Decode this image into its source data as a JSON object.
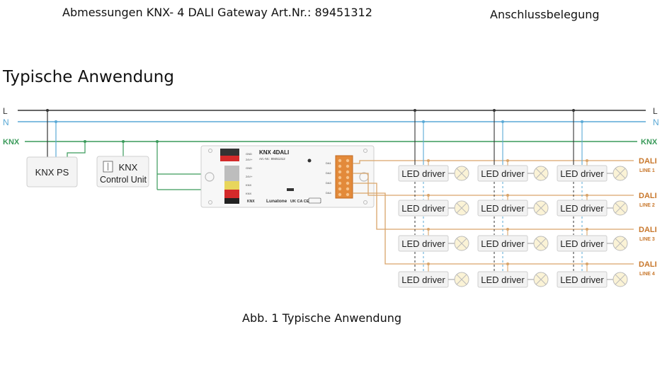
{
  "header": {
    "title": "Abmessungen KNX- 4 DALI Gateway Art.Nr.: 89451312",
    "right": "Anschlussbelegung"
  },
  "section_title": "Typische Anwendung",
  "caption": "Abb. 1 Typische Anwendung",
  "bus_lines": {
    "L": "L",
    "N": "N",
    "KNX": "KNX"
  },
  "knx_ps": "KNX PS",
  "control_unit": {
    "line1": "KNX",
    "line2": "Control Unit"
  },
  "gateway": {
    "title": "KNX 4DALI",
    "artnr": "Art.-Nr.: 89451312",
    "brand": "Lunatone",
    "knx_logo": "KNX",
    "certs": "UK CA  CE",
    "terminals_left": [
      "GND",
      "24V+",
      "GND",
      "24V+",
      "KNX",
      "KNX"
    ],
    "terminals_right": [
      "DA1",
      "DA2",
      "DA3",
      "DA4"
    ]
  },
  "led_driver_label": "LED driver",
  "dali_lines": [
    {
      "name": "DALI",
      "line": "LINE 1"
    },
    {
      "name": "DALI",
      "line": "LINE 2"
    },
    {
      "name": "DALI",
      "line": "LINE 3"
    },
    {
      "name": "DALI",
      "line": "LINE 4"
    }
  ],
  "colors": {
    "L": "#333333",
    "N": "#5aa9d6",
    "KNX": "#3a9a5a",
    "DALI": "#d9a56a",
    "DALI_text": "#c8772b"
  }
}
